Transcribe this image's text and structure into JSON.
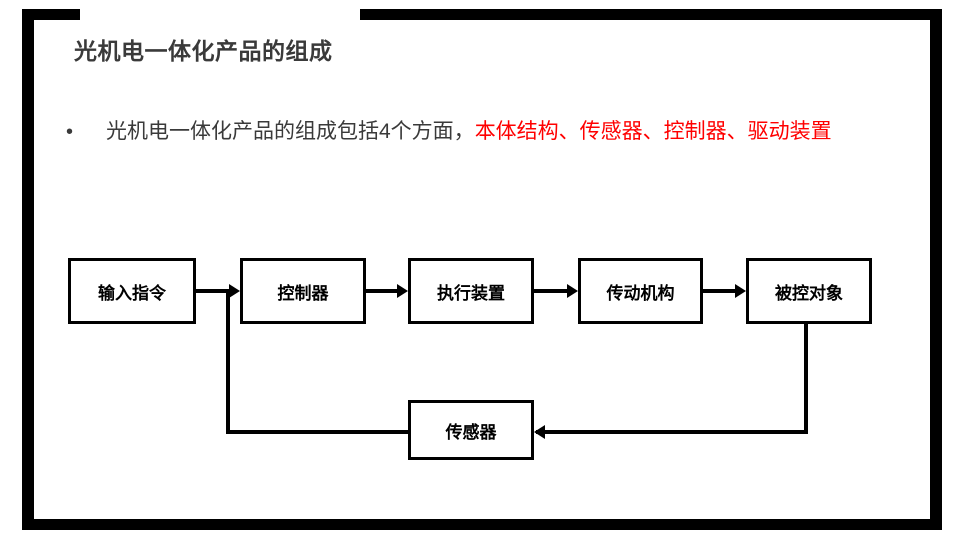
{
  "slide": {
    "title": "光机电一体化产品的组成",
    "accent_color": "#ff0000",
    "text_color": "#3a3a3a",
    "frame_color": "#000000",
    "background": "#ffffff"
  },
  "bullet": {
    "marker": "•",
    "lead_text": "光机电一体化产品的组成包括4个方面，",
    "highlight_text": "本体结构、传感器、控制器、驱动装置"
  },
  "diagram": {
    "type": "block-flow-with-feedback",
    "nodes": [
      {
        "id": "input",
        "label": "输入指令"
      },
      {
        "id": "ctrl",
        "label": "控制器"
      },
      {
        "id": "exec",
        "label": "执行装置"
      },
      {
        "id": "trans",
        "label": "传动机构"
      },
      {
        "id": "plant",
        "label": "被控对象"
      },
      {
        "id": "sensor",
        "label": "传感器"
      }
    ],
    "edges": [
      {
        "from": "input",
        "to": "ctrl",
        "direction": "right"
      },
      {
        "from": "ctrl",
        "to": "exec",
        "direction": "right"
      },
      {
        "from": "exec",
        "to": "trans",
        "direction": "right"
      },
      {
        "from": "trans",
        "to": "plant",
        "direction": "right"
      },
      {
        "from": "plant",
        "to": "sensor",
        "direction": "feedback-left"
      },
      {
        "from": "sensor",
        "to": "ctrl",
        "direction": "feedback-up"
      }
    ]
  }
}
